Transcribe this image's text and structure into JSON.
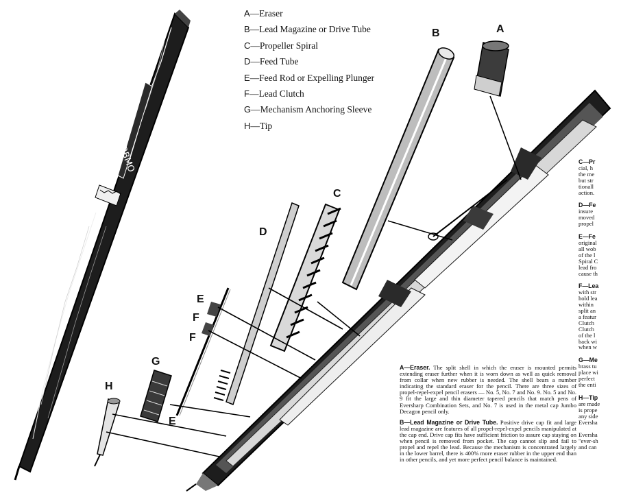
{
  "legend": [
    {
      "key": "A",
      "text": "—Eraser"
    },
    {
      "key": "B",
      "text": "—Lead Magazine or Drive Tube"
    },
    {
      "key": "C",
      "text": "—Propeller Spiral"
    },
    {
      "key": "D",
      "text": "—Feed Tube"
    },
    {
      "key": "E",
      "text": "—Feed Rod or Expelling Plunger"
    },
    {
      "key": "F",
      "text": "—Lead Clutch"
    },
    {
      "key": "G",
      "text": "—Mechanism Anchoring Sleeve"
    },
    {
      "key": "H",
      "text": "—Tip"
    }
  ],
  "part_labels": {
    "a": "A",
    "b": "B",
    "c": "C",
    "d": "D",
    "e_upper": "E",
    "e_lower": "E",
    "f_upper": "F",
    "f_lower": "F",
    "g": "G",
    "h": "H"
  },
  "descriptions": [
    {
      "heading": "A—Eraser.",
      "body": " The split shell in which the eraser is mounted permits extending eraser further when it is worn down as well as quick removal from collar when new rubber is needed. The shell bears a number indicating the standard eraser for the pencil. There are three sizes of propel-repel-expel pencil erasers — No. 5, No. 7 and No. 9. No. 5 and No. 9 fit the large and thin diameter tapered pencils that match pens of Eversharp Combination Sets, and No. 7 is used in the metal cap Jumbo Decagon pencil only."
    },
    {
      "heading": "B—Lead Magazine or Drive Tube.",
      "body": " Positive drive cap fit and large lead magazine are features of all propel-repel-expel pencils manipulated at the cap end. Drive cap fits have sufficient friction to assure cap staying on when pencil is removed from pocket. The cap cannot slip and fail to propel and repel the lead. Because the mechanism is concentrated largely in the lower barrel, there is 400% more eraser rubber in the upper end than in other pencils, and yet more perfect pencil balance is maintained."
    }
  ],
  "side_column": [
    {
      "heading": "C—Pr",
      "lines": [
        "cial, h",
        "the me",
        "but str",
        "tionall",
        "action."
      ]
    },
    {
      "heading": "D—Fe",
      "lines": [
        "insure",
        "moved",
        "propel"
      ]
    },
    {
      "heading": "E—Fe",
      "lines": [
        "original",
        "all wob",
        "of the l",
        "Spiral C",
        "lead fro",
        "cause th"
      ]
    },
    {
      "heading": "F—Lea",
      "lines": [
        "with str",
        "hold lea",
        "within",
        "split an",
        "a featur",
        "Clutch",
        "Clutch",
        "of the l",
        "back wi",
        "when w"
      ]
    },
    {
      "heading": "G—Me",
      "lines": [
        "brass tu",
        "place wi",
        "perfect",
        "the enti"
      ]
    },
    {
      "heading": "H—Tip",
      "lines": [
        "are made",
        "is prope",
        "any side",
        "Eversha"
      ]
    },
    {
      "heading": "",
      "lines": [
        "Eversha",
        "\"ever-sh",
        "and can"
      ]
    }
  ]
}
